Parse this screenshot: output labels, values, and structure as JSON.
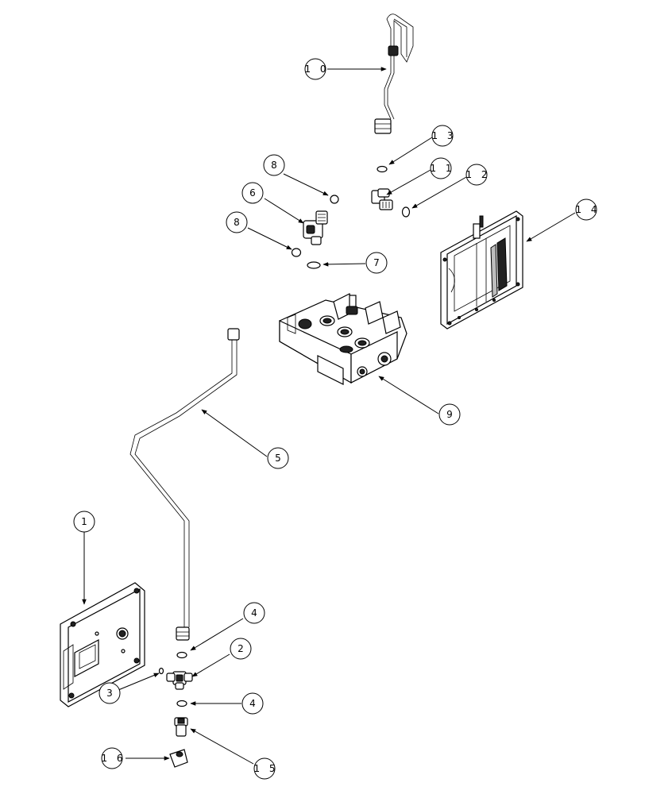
{
  "callouts": [
    {
      "id": "c10",
      "label": "1 0"
    },
    {
      "id": "c13",
      "label": "1 3"
    },
    {
      "id": "c8a",
      "label": "8"
    },
    {
      "id": "c11",
      "label": "1 1"
    },
    {
      "id": "c12",
      "label": "1 2"
    },
    {
      "id": "c6",
      "label": "6"
    },
    {
      "id": "c14",
      "label": "1 4"
    },
    {
      "id": "c8b",
      "label": "8"
    },
    {
      "id": "c7",
      "label": "7"
    },
    {
      "id": "c9",
      "label": "9"
    },
    {
      "id": "c5a",
      "label": "5"
    },
    {
      "id": "c1",
      "label": "1"
    },
    {
      "id": "c4a",
      "label": "4"
    },
    {
      "id": "c2",
      "label": "2"
    },
    {
      "id": "c3",
      "label": "3"
    },
    {
      "id": "c4b",
      "label": "4"
    },
    {
      "id": "c16",
      "label": "1 6"
    },
    {
      "id": "c15",
      "label": "1 5"
    }
  ]
}
